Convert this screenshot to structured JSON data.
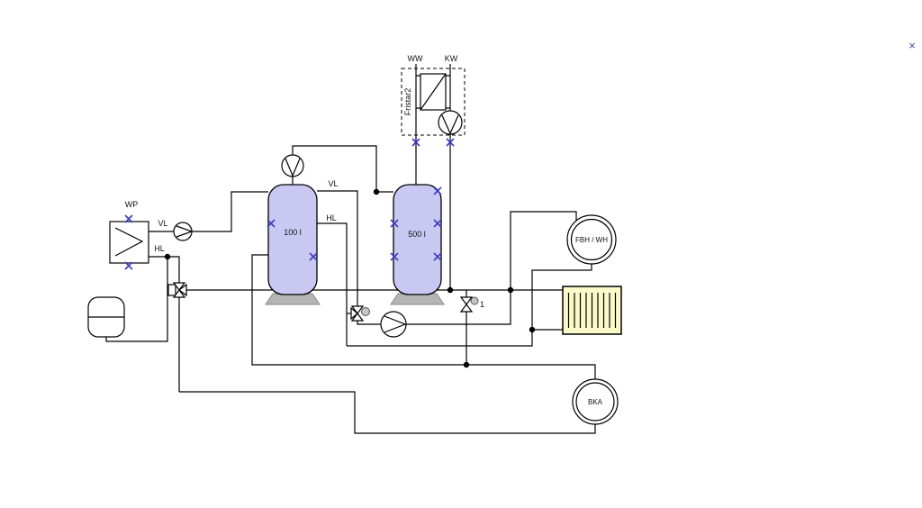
{
  "window": {
    "close_glyph": "×"
  },
  "colors": {
    "tank_fill": "#c8c8f2",
    "tank_base": "#b5b5b5",
    "radiator_fill": "#fafac8",
    "sensor_blue": "#3c3cc0",
    "actuator_gray": "#c4c4c4",
    "close_blue": "#4545a0"
  },
  "fresh_water_station": {
    "label": "Fristar2",
    "ww_label": "WW",
    "kw_label": "KW"
  },
  "heat_pump": {
    "label": "WP",
    "vl_label": "VL",
    "hl_label": "HL"
  },
  "buffer_tank_100": {
    "label": "100 l",
    "vl_label": "VL",
    "hl_label": "HL"
  },
  "storage_tank_500": {
    "label": "500 l"
  },
  "valve_1": {
    "label": "1"
  },
  "heating_circuit": {
    "fbh_label": "FBH / WH"
  },
  "cooling_circuit": {
    "bka_label": "BKA"
  }
}
